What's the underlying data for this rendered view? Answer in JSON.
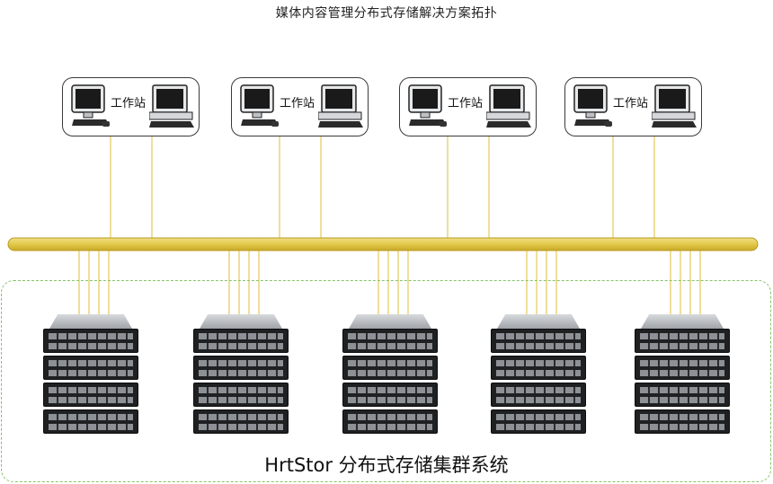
{
  "diagram": {
    "title": "媒体内容管理分布式存储解决方案拓扑",
    "workstations": [
      {
        "label": "工作站"
      },
      {
        "label": "工作站"
      },
      {
        "label": "工作站"
      },
      {
        "label": "工作站"
      }
    ],
    "storage_nodes": 5,
    "units_per_node": 4,
    "cluster_label": "HrtStor 分布式存储集群系统",
    "colors": {
      "bus": "#e2c94a",
      "bus_edge": "#b99a1c",
      "wire": "#ead27a",
      "cluster_border": "#86c466"
    }
  }
}
